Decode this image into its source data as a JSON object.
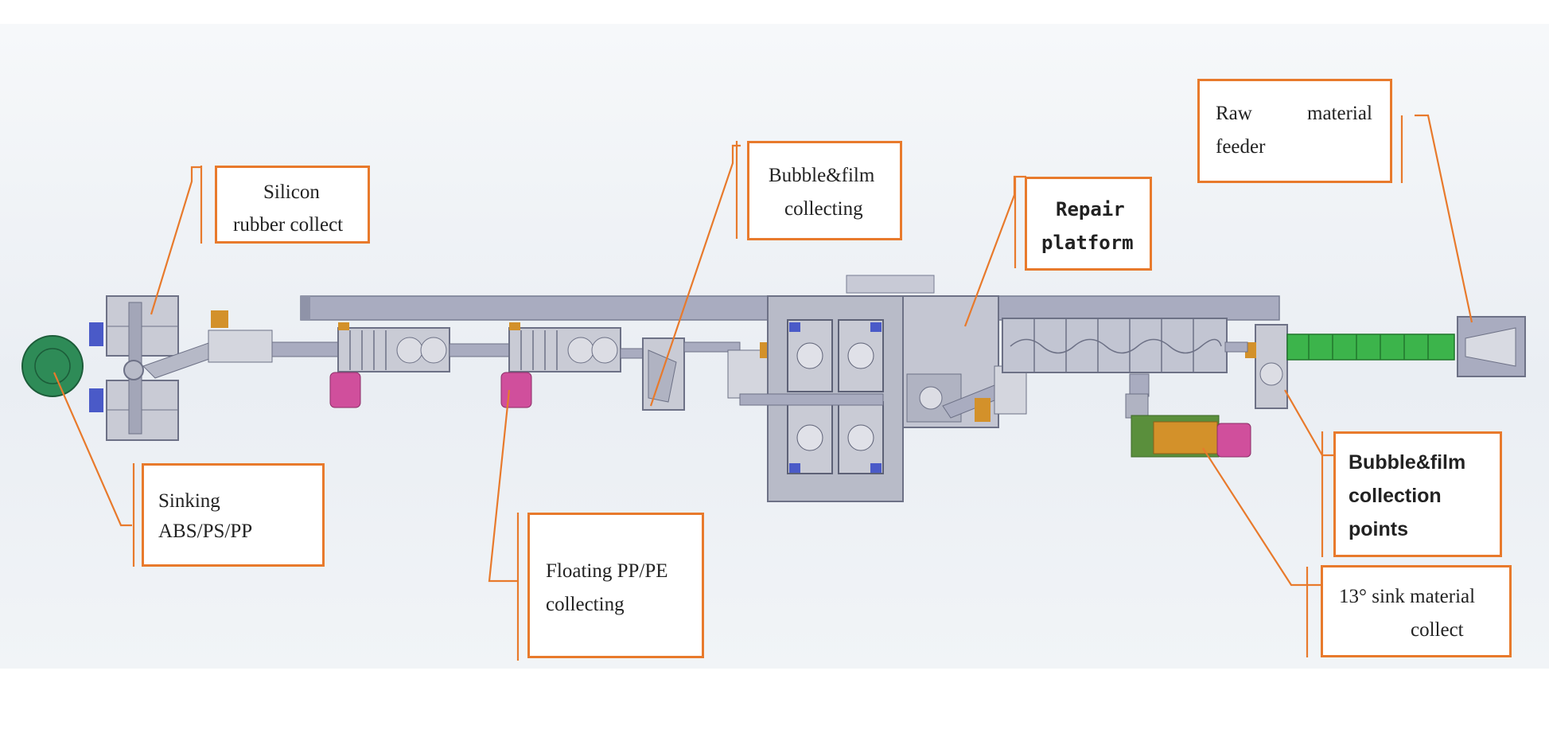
{
  "labels": {
    "silicon_rubber": [
      "Silicon",
      "rubber collect"
    ],
    "sinking": [
      "Sinking",
      "ABS/PS/PP"
    ],
    "bubble_film_collecting": [
      "Bubble&film",
      "collecting"
    ],
    "floating": [
      "Floating PP/PE",
      "collecting"
    ],
    "repair_platform": [
      "Repair",
      "platform"
    ],
    "raw_material_feeder": [
      "Raw",
      "material",
      "feeder"
    ],
    "bubble_film_points": [
      "Bubble&film",
      "collection",
      "points"
    ],
    "sink_material": [
      "13°  sink material",
      "collect"
    ]
  },
  "colors": {
    "callout_border": "#e87a2c",
    "frame": "#a9acc0",
    "separator": "#2e8b57",
    "collector": "#d04f9c",
    "motor": "#4a5ac8",
    "gearbox": "#d3912a",
    "conveyor": "#3cb44b"
  }
}
